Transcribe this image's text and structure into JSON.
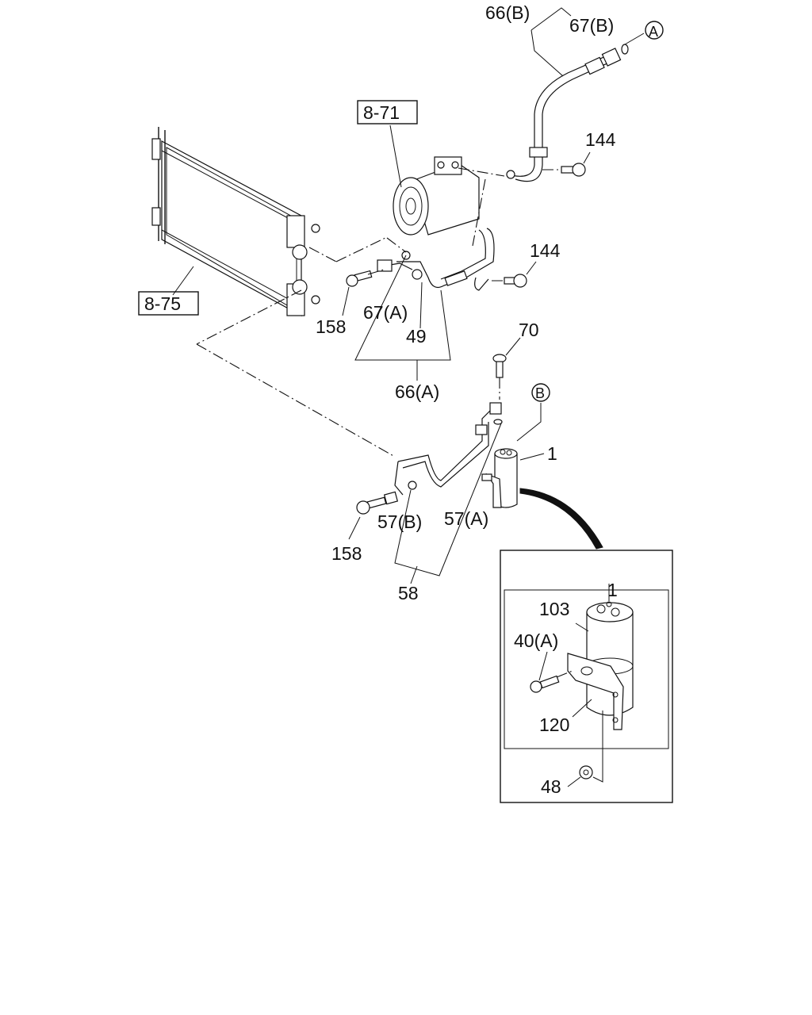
{
  "labels": {
    "l_66b": "66(B)",
    "l_67b": "67(B)",
    "l_a": "A",
    "l_871": "8-71",
    "l_144_top": "144",
    "l_144_mid": "144",
    "l_875": "8-75",
    "l_158_top": "158",
    "l_67a": "67(A)",
    "l_49": "49",
    "l_66a": "66(A)",
    "l_70": "70",
    "l_b": "B",
    "l_1": "1",
    "l_158_bot": "158",
    "l_57b": "57(B)",
    "l_57a": "57(A)",
    "l_58": "58",
    "l_1_detail": "1",
    "l_103": "103",
    "l_40a": "40(A)",
    "l_120": "120",
    "l_48": "48"
  }
}
